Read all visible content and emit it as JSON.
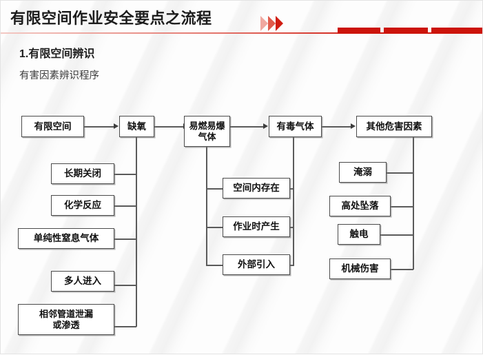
{
  "header": {
    "title": "有限空间作业安全要点之流程",
    "chevron_icon": "triple-chevron-right-icon",
    "accent_color": "#cc140a",
    "bars": [
      "bar-1",
      "bar-2",
      "bar-3"
    ]
  },
  "section": {
    "number_title": "1.有限空间辨识",
    "subtitle": "有害因素辨识程序"
  },
  "flowchart": {
    "top_row": [
      {
        "id": "confined-space",
        "label": "有限空间"
      },
      {
        "id": "oxygen-deficiency",
        "label": "缺氧"
      },
      {
        "id": "flammable-explosive-gas",
        "label": "易燃易爆\n气体",
        "line1": "易燃易爆",
        "line2": "气体"
      },
      {
        "id": "toxic-gas",
        "label": "有毒气体"
      },
      {
        "id": "other-hazard-factors",
        "label": "其他危害因素"
      }
    ],
    "left_branch": [
      {
        "id": "long-term-closed",
        "label": "长期关闭"
      },
      {
        "id": "chemical-reaction",
        "label": "化学反应"
      },
      {
        "id": "simple-asphyxiant-gas",
        "label": "单纯性窒息气体"
      },
      {
        "id": "multiple-entry",
        "label": "多人进入"
      },
      {
        "id": "adjacent-pipe-leak",
        "label": "相邻管道泄漏\n或渗透",
        "line1": "相邻管道泄漏",
        "line2": "或渗透"
      }
    ],
    "middle_branch": [
      {
        "id": "exists-in-space",
        "label": "空间内存在"
      },
      {
        "id": "generated-during-work",
        "label": "作业时产生"
      },
      {
        "id": "introduced-externally",
        "label": "外部引入"
      }
    ],
    "right_branch": [
      {
        "id": "drowning",
        "label": "淹溺"
      },
      {
        "id": "fall-from-height",
        "label": "高处坠落"
      },
      {
        "id": "electric-shock",
        "label": "触电"
      },
      {
        "id": "mechanical-injury",
        "label": "机械伤害"
      }
    ]
  }
}
